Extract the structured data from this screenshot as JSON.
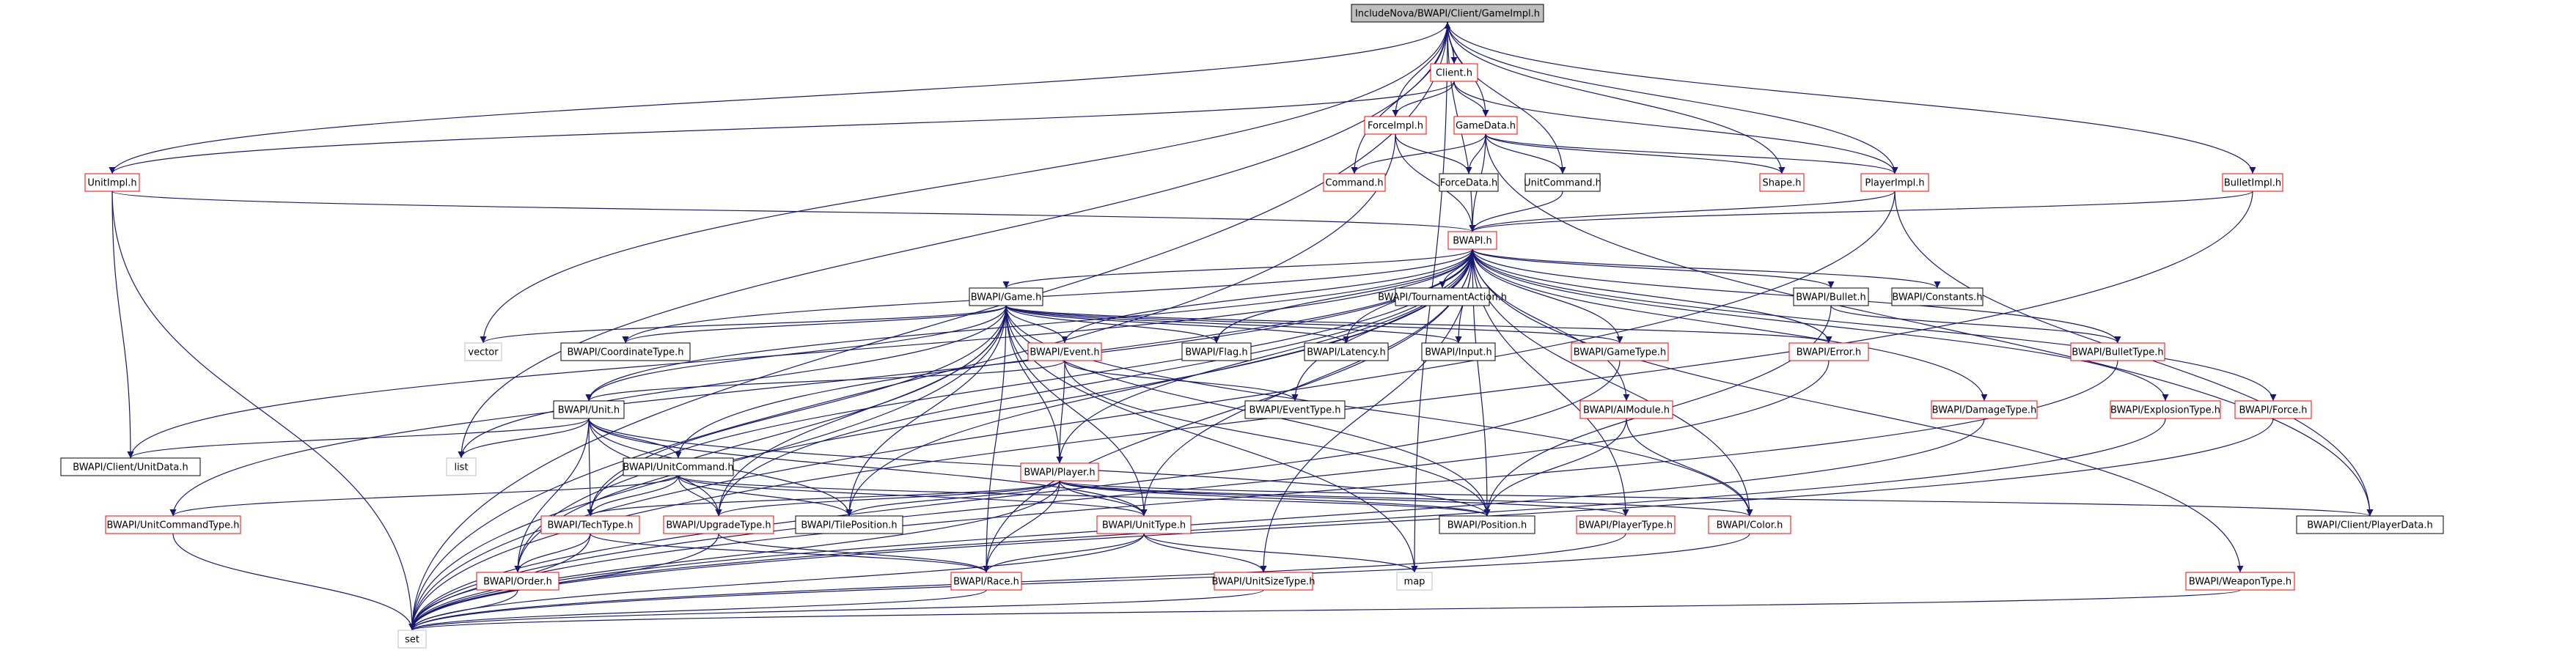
{
  "diagram": {
    "colors": {
      "edge": "#191970",
      "border_red": "#ff0000",
      "border_black": "#000000",
      "border_gray": "#bfbfbf",
      "root_fill": "#bfbfbf"
    },
    "nodes": [
      {
        "id": "root",
        "label": "IncludeNova/BWAPI/Client/GameImpl.h",
        "style": "root"
      },
      {
        "id": "client",
        "label": "Client.h",
        "style": "red"
      },
      {
        "id": "forceimpl",
        "label": "ForceImpl.h",
        "style": "red"
      },
      {
        "id": "gamedata",
        "label": "GameData.h",
        "style": "red"
      },
      {
        "id": "unitimpl",
        "label": "UnitImpl.h",
        "style": "red"
      },
      {
        "id": "command",
        "label": "Command.h",
        "style": "red"
      },
      {
        "id": "forcedata",
        "label": "ForceData.h",
        "style": "black"
      },
      {
        "id": "unitcommand",
        "label": "UnitCommand.h",
        "style": "black"
      },
      {
        "id": "shape",
        "label": "Shape.h",
        "style": "red"
      },
      {
        "id": "playerimpl",
        "label": "PlayerImpl.h",
        "style": "red"
      },
      {
        "id": "bulletimpl",
        "label": "BulletImpl.h",
        "style": "red"
      },
      {
        "id": "bwapi",
        "label": "BWAPI.h",
        "style": "red"
      },
      {
        "id": "game",
        "label": "BWAPI/Game.h",
        "style": "black"
      },
      {
        "id": "tournament",
        "label": "BWAPI/TournamentAction.h",
        "style": "black"
      },
      {
        "id": "bullet",
        "label": "BWAPI/Bullet.h",
        "style": "black"
      },
      {
        "id": "constants",
        "label": "BWAPI/Constants.h",
        "style": "black"
      },
      {
        "id": "vector",
        "label": "vector",
        "style": "gray"
      },
      {
        "id": "coordtype",
        "label": "BWAPI/CoordinateType.h",
        "style": "black"
      },
      {
        "id": "event",
        "label": "BWAPI/Event.h",
        "style": "red"
      },
      {
        "id": "flag",
        "label": "BWAPI/Flag.h",
        "style": "black"
      },
      {
        "id": "latency",
        "label": "BWAPI/Latency.h",
        "style": "black"
      },
      {
        "id": "input",
        "label": "BWAPI/Input.h",
        "style": "black"
      },
      {
        "id": "gametype",
        "label": "BWAPI/GameType.h",
        "style": "red"
      },
      {
        "id": "error",
        "label": "BWAPI/Error.h",
        "style": "red"
      },
      {
        "id": "bullettype",
        "label": "BWAPI/BulletType.h",
        "style": "red"
      },
      {
        "id": "unit",
        "label": "BWAPI/Unit.h",
        "style": "black"
      },
      {
        "id": "eventtype",
        "label": "BWAPI/EventType.h",
        "style": "black"
      },
      {
        "id": "damagetype",
        "label": "BWAPI/DamageType.h",
        "style": "red"
      },
      {
        "id": "explosiontype",
        "label": "BWAPI/ExplosionType.h",
        "style": "red"
      },
      {
        "id": "force",
        "label": "BWAPI/Force.h",
        "style": "red"
      },
      {
        "id": "list",
        "label": "list",
        "style": "gray"
      },
      {
        "id": "aimodule",
        "label": "BWAPI/AIModule.h",
        "style": "red"
      },
      {
        "id": "clientunitdata",
        "label": "BWAPI/Client/UnitData.h",
        "style": "black"
      },
      {
        "id": "unitcommandh",
        "label": "BWAPI/UnitCommand.h",
        "style": "black"
      },
      {
        "id": "player",
        "label": "BWAPI/Player.h",
        "style": "red"
      },
      {
        "id": "unitcommandtype",
        "label": "BWAPI/UnitCommandType.h",
        "style": "red"
      },
      {
        "id": "techtype",
        "label": "BWAPI/TechType.h",
        "style": "red"
      },
      {
        "id": "upgradetype",
        "label": "BWAPI/UpgradeType.h",
        "style": "red"
      },
      {
        "id": "tileposition",
        "label": "BWAPI/TilePosition.h",
        "style": "black"
      },
      {
        "id": "unittype",
        "label": "BWAPI/UnitType.h",
        "style": "red"
      },
      {
        "id": "position",
        "label": "BWAPI/Position.h",
        "style": "black"
      },
      {
        "id": "playertype",
        "label": "BWAPI/PlayerType.h",
        "style": "red"
      },
      {
        "id": "color",
        "label": "BWAPI/Color.h",
        "style": "red"
      },
      {
        "id": "clientplayerdata",
        "label": "BWAPI/Client/PlayerData.h",
        "style": "black"
      },
      {
        "id": "order",
        "label": "BWAPI/Order.h",
        "style": "red"
      },
      {
        "id": "race",
        "label": "BWAPI/Race.h",
        "style": "red"
      },
      {
        "id": "unitsizetype",
        "label": "BWAPI/UnitSizeType.h",
        "style": "red"
      },
      {
        "id": "map",
        "label": "map",
        "style": "gray"
      },
      {
        "id": "weapontype",
        "label": "BWAPI/WeaponType.h",
        "style": "red"
      },
      {
        "id": "set",
        "label": "set",
        "style": "gray"
      }
    ],
    "edges": [
      [
        "root",
        "client"
      ],
      [
        "root",
        "forceimpl"
      ],
      [
        "root",
        "gamedata"
      ],
      [
        "root",
        "unitimpl"
      ],
      [
        "root",
        "command"
      ],
      [
        "root",
        "unitcommand"
      ],
      [
        "root",
        "shape"
      ],
      [
        "root",
        "playerimpl"
      ],
      [
        "root",
        "bulletimpl"
      ],
      [
        "root",
        "bwapi"
      ],
      [
        "root",
        "vector"
      ],
      [
        "root",
        "list"
      ],
      [
        "root",
        "map"
      ],
      [
        "root",
        "set"
      ],
      [
        "client",
        "root"
      ],
      [
        "client",
        "forceimpl"
      ],
      [
        "client",
        "gamedata"
      ],
      [
        "client",
        "unitimpl"
      ],
      [
        "client",
        "playerimpl"
      ],
      [
        "forceimpl",
        "forcedata"
      ],
      [
        "forceimpl",
        "bwapi"
      ],
      [
        "forceimpl",
        "set"
      ],
      [
        "gamedata",
        "command"
      ],
      [
        "gamedata",
        "forcedata"
      ],
      [
        "gamedata",
        "unitcommand"
      ],
      [
        "gamedata",
        "playerimpl"
      ],
      [
        "gamedata",
        "shape"
      ],
      [
        "gamedata",
        "bwapi"
      ],
      [
        "gamedata",
        "clientplayerdata"
      ],
      [
        "unitimpl",
        "bwapi"
      ],
      [
        "unitimpl",
        "clientunitdata"
      ],
      [
        "unitimpl",
        "set"
      ],
      [
        "unitcommand",
        "bwapi"
      ],
      [
        "playerimpl",
        "bwapi"
      ],
      [
        "playerimpl",
        "clientplayerdata"
      ],
      [
        "playerimpl",
        "set"
      ],
      [
        "bulletimpl",
        "bwapi"
      ],
      [
        "bulletimpl",
        "set"
      ],
      [
        "bwapi",
        "game"
      ],
      [
        "bwapi",
        "tournament"
      ],
      [
        "bwapi",
        "bullet"
      ],
      [
        "bwapi",
        "constants"
      ],
      [
        "bwapi",
        "coordtype"
      ],
      [
        "bwapi",
        "event"
      ],
      [
        "bwapi",
        "flag"
      ],
      [
        "bwapi",
        "latency"
      ],
      [
        "bwapi",
        "input"
      ],
      [
        "bwapi",
        "gametype"
      ],
      [
        "bwapi",
        "error"
      ],
      [
        "bwapi",
        "bullettype"
      ],
      [
        "bwapi",
        "damagetype"
      ],
      [
        "bwapi",
        "explosiontype"
      ],
      [
        "bwapi",
        "force"
      ],
      [
        "bwapi",
        "aimodule"
      ],
      [
        "bwapi",
        "unit"
      ],
      [
        "bwapi",
        "player"
      ],
      [
        "bwapi",
        "unitcommandh"
      ],
      [
        "bwapi",
        "unittype"
      ],
      [
        "bwapi",
        "position"
      ],
      [
        "bwapi",
        "color"
      ],
      [
        "bwapi",
        "techtype"
      ],
      [
        "bwapi",
        "upgradetype"
      ],
      [
        "bwapi",
        "order"
      ],
      [
        "bwapi",
        "race"
      ],
      [
        "bwapi",
        "tileposition"
      ],
      [
        "bwapi",
        "unitcommandtype"
      ],
      [
        "bwapi",
        "clientunitdata"
      ],
      [
        "bwapi",
        "eventtype"
      ],
      [
        "bwapi",
        "unitsizetype"
      ],
      [
        "bwapi",
        "weapontype"
      ],
      [
        "bwapi",
        "playertype"
      ],
      [
        "game",
        "vector"
      ],
      [
        "game",
        "coordtype"
      ],
      [
        "game",
        "event"
      ],
      [
        "game",
        "flag"
      ],
      [
        "game",
        "latency"
      ],
      [
        "game",
        "input"
      ],
      [
        "game",
        "gametype"
      ],
      [
        "game",
        "error"
      ],
      [
        "game",
        "unit"
      ],
      [
        "game",
        "player"
      ],
      [
        "game",
        "map"
      ],
      [
        "game",
        "set"
      ],
      [
        "game",
        "position"
      ],
      [
        "game",
        "color"
      ],
      [
        "game",
        "race"
      ],
      [
        "game",
        "unittype"
      ],
      [
        "game",
        "techtype"
      ],
      [
        "game",
        "upgradetype"
      ],
      [
        "game",
        "tileposition"
      ],
      [
        "game",
        "list"
      ],
      [
        "game",
        "order"
      ],
      [
        "bullet",
        "bullettype"
      ],
      [
        "bullet",
        "position"
      ],
      [
        "event",
        "unit"
      ],
      [
        "event",
        "player"
      ],
      [
        "event",
        "eventtype"
      ],
      [
        "event",
        "position"
      ],
      [
        "unit",
        "clientunitdata"
      ],
      [
        "unit",
        "list"
      ],
      [
        "unit",
        "unitcommandh"
      ],
      [
        "unit",
        "techtype"
      ],
      [
        "unit",
        "upgradetype"
      ],
      [
        "unit",
        "order"
      ],
      [
        "unit",
        "tileposition"
      ],
      [
        "unit",
        "unittype"
      ],
      [
        "unit",
        "position"
      ],
      [
        "unitcommandh",
        "unitcommandtype"
      ],
      [
        "unitcommandh",
        "techtype"
      ],
      [
        "unitcommandh",
        "upgradetype"
      ],
      [
        "unitcommandh",
        "tileposition"
      ],
      [
        "unitcommandh",
        "unittype"
      ],
      [
        "unitcommandh",
        "position"
      ],
      [
        "player",
        "techtype"
      ],
      [
        "player",
        "upgradetype"
      ],
      [
        "player",
        "tileposition"
      ],
      [
        "player",
        "unittype"
      ],
      [
        "player",
        "position"
      ],
      [
        "player",
        "playertype"
      ],
      [
        "player",
        "color"
      ],
      [
        "player",
        "race"
      ],
      [
        "player",
        "clientplayerdata"
      ],
      [
        "player",
        "set"
      ],
      [
        "techtype",
        "order"
      ],
      [
        "techtype",
        "race"
      ],
      [
        "techtype",
        "set"
      ],
      [
        "upgradetype",
        "race"
      ],
      [
        "upgradetype",
        "set"
      ],
      [
        "unittype",
        "race"
      ],
      [
        "unittype",
        "unitsizetype"
      ],
      [
        "unittype",
        "map"
      ],
      [
        "unittype",
        "set"
      ],
      [
        "aimodule",
        "position"
      ],
      [
        "aimodule",
        "color"
      ],
      [
        "gametype",
        "set"
      ],
      [
        "error",
        "set"
      ],
      [
        "bullettype",
        "set"
      ],
      [
        "damagetype",
        "set"
      ],
      [
        "explosiontype",
        "set"
      ],
      [
        "force",
        "set"
      ],
      [
        "weapontype",
        "set"
      ],
      [
        "unitcommandtype",
        "set"
      ],
      [
        "order",
        "set"
      ],
      [
        "race",
        "set"
      ],
      [
        "unitsizetype",
        "set"
      ],
      [
        "playertype",
        "set"
      ],
      [
        "color",
        "set"
      ]
    ]
  }
}
